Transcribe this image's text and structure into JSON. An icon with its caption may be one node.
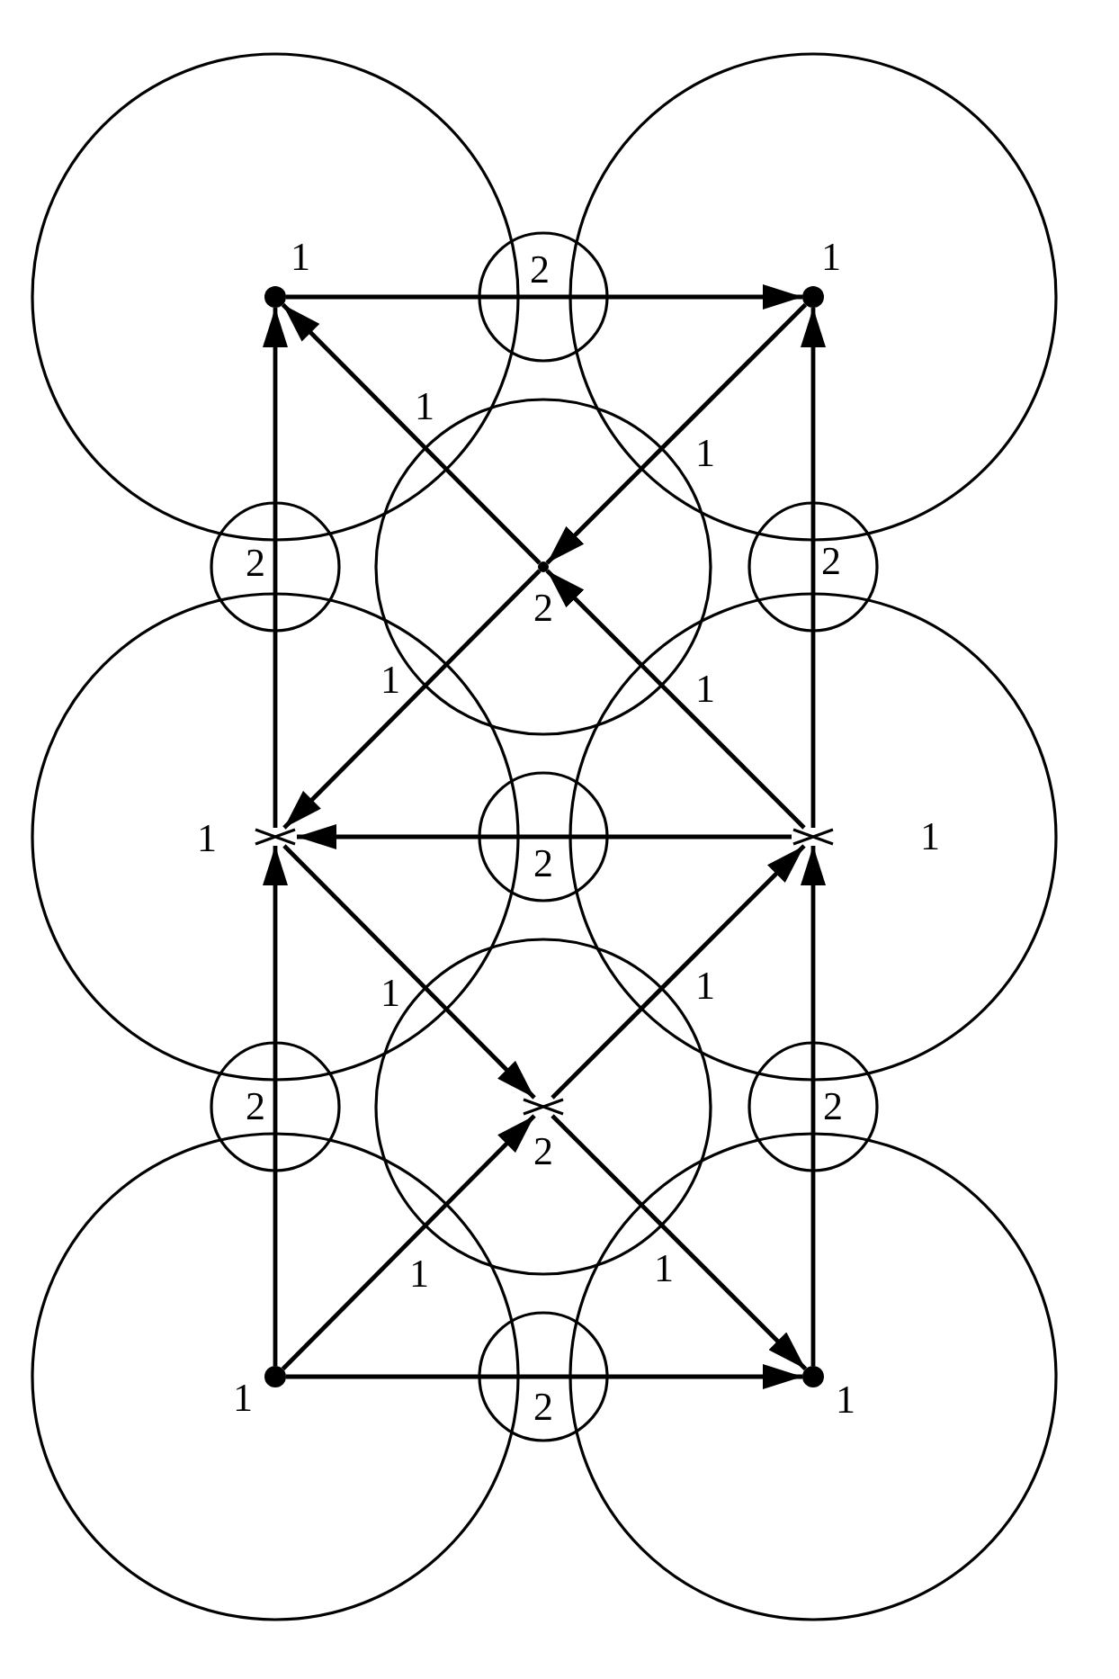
{
  "diagram": {
    "nodes": [
      {
        "text": [
          "1"
        ]
      },
      {
        "text": [],
        "shape": "dot",
        "in": 0
      },
      {
        "text": [
          "1"
        ]
      },
      {
        "text": [],
        "shape": "dot",
        "in": 2
      },
      {
        "text": [
          "2"
        ]
      },
      {
        "text": [],
        "shape": "point",
        "in": 4
      },
      {
        "text": [
          "1"
        ]
      },
      {
        "text": [],
        "shape": "cross",
        "in": 6
      },
      {
        "text": [
          "1"
        ]
      },
      {
        "text": [],
        "shape": "cross",
        "in": 8
      },
      {
        "text": [
          "2"
        ]
      },
      {
        "text": [],
        "shape": "cross",
        "in": 10
      },
      {
        "text": [
          "1"
        ]
      },
      {
        "text": [],
        "shape": "dot",
        "in": 12
      },
      {
        "text": [
          "1"
        ]
      },
      {
        "text": [],
        "shape": "dot",
        "in": 14
      }
    ],
    "edges": [
      {
        "from": 1,
        "to": 3,
        "arrow": "to"
      },
      {
        "from": 7,
        "to": 1,
        "arrow": "to"
      },
      {
        "from": 9,
        "to": 3,
        "arrow": "to"
      },
      {
        "from": 5,
        "to": 1,
        "arrow": "to",
        "label": "1"
      },
      {
        "from": 3,
        "to": 5,
        "arrow": "to",
        "label": "1"
      },
      {
        "from": 5,
        "to": 7,
        "arrow": "to",
        "label": "1"
      },
      {
        "from": 9,
        "to": 5,
        "arrow": "to",
        "label": "1"
      },
      {
        "from": 9,
        "to": 7,
        "arrow": "to"
      },
      {
        "from": 13,
        "to": 7,
        "arrow": "to"
      },
      {
        "from": 15,
        "to": 9,
        "arrow": "to"
      },
      {
        "from": 7,
        "to": 11,
        "arrow": "to",
        "label": "1"
      },
      {
        "from": 11,
        "to": 9,
        "arrow": "to",
        "label": "1"
      },
      {
        "from": 13,
        "to": 11,
        "arrow": "to",
        "label": "1"
      },
      {
        "from": 11,
        "to": 15,
        "arrow": "to",
        "label": "1"
      },
      {
        "from": 13,
        "to": 15,
        "arrow": "to"
      }
    ],
    "labels": [
      "2",
      "2",
      "2",
      "2",
      "2",
      "2",
      "2"
    ]
  }
}
